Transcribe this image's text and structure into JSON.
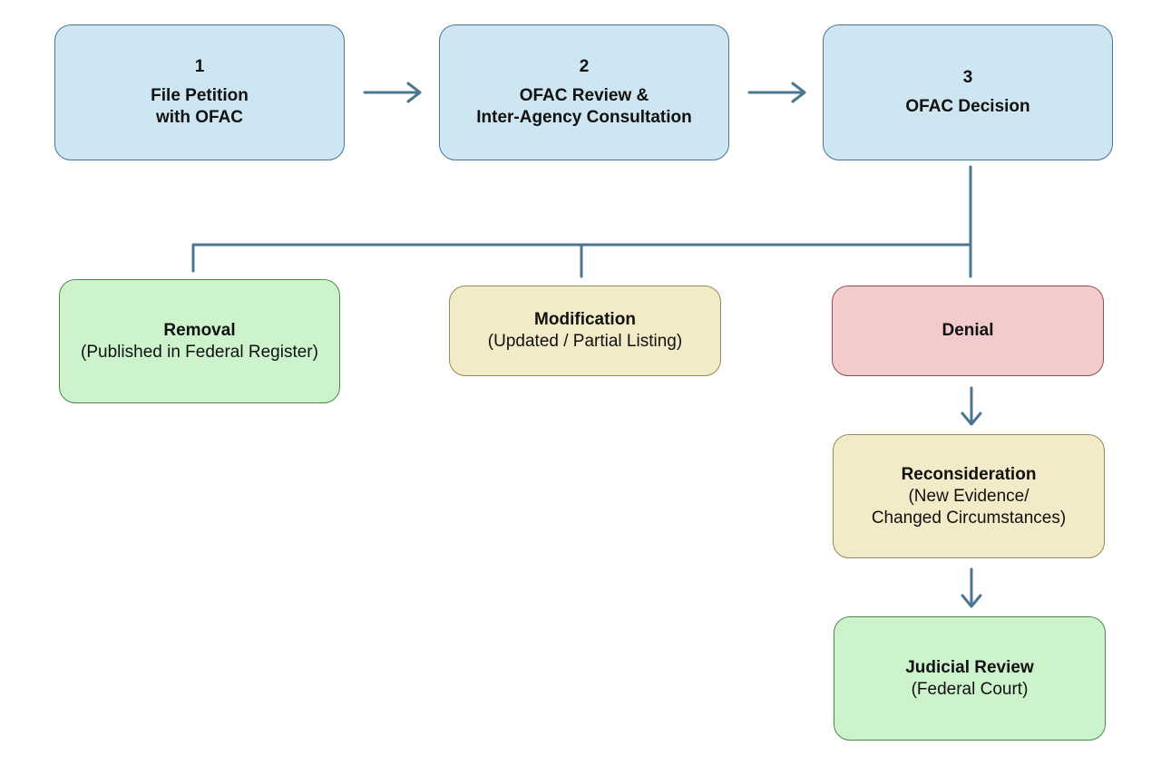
{
  "steps": [
    {
      "num": "1",
      "lines": [
        "File Petition",
        "with OFAC"
      ]
    },
    {
      "num": "2",
      "lines": [
        "OFAC Review &",
        "Inter-Agency Consultation"
      ]
    },
    {
      "num": "3",
      "lines": [
        "OFAC Decision"
      ]
    }
  ],
  "outcomes": {
    "removal": {
      "title": "Removal",
      "detail": "(Published in Federal Register)"
    },
    "modification": {
      "title": "Modification",
      "detail": "(Updated / Partial Listing)"
    },
    "denial": {
      "title": "Denial"
    }
  },
  "reconsideration": {
    "title": "Reconsideration",
    "detail_lines": [
      "(New Evidence/",
      "Changed Circumstances)"
    ]
  },
  "judicial_review": {
    "title": "Judicial Review",
    "detail": "(Federal Court)"
  },
  "colors": {
    "step": "#cde6f1",
    "removal": "#cdf3cd",
    "modification": "#f3eac7",
    "denial": "#f2cbcc",
    "connector": "#4a7690"
  }
}
